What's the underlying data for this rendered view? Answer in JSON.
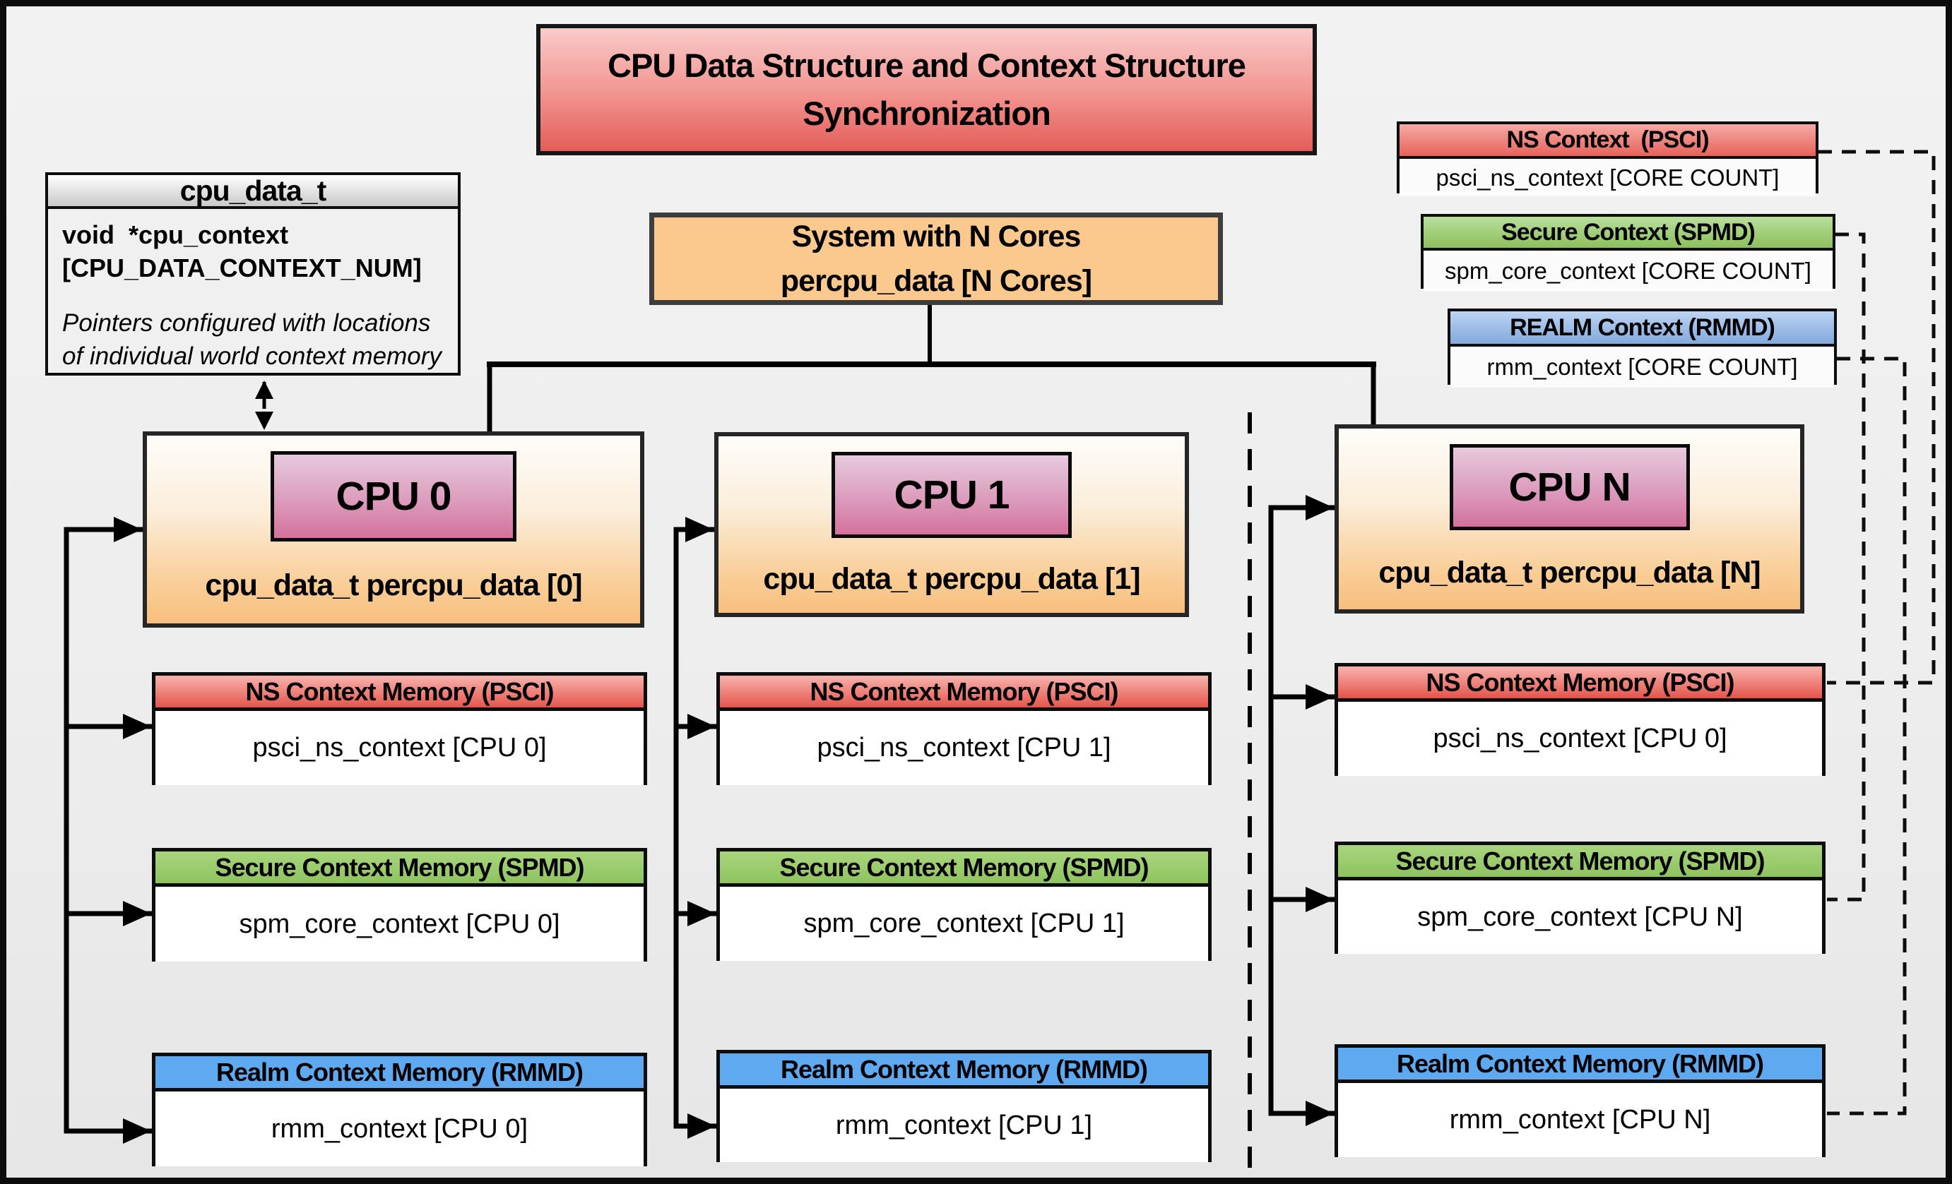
{
  "title": {
    "line1": "CPU Data Structure and Context Structure",
    "line2": "Synchronization"
  },
  "struct": {
    "header": "cpu_data_t",
    "field_line1": "void  *cpu_context",
    "field_line2": "[CPU_DATA_CONTEXT_NUM]",
    "note_line1": "Pointers configured with locations",
    "note_line2": "of individual world context memory"
  },
  "system_box": {
    "line1": "System with N Cores",
    "line2": "percpu_data [N Cores]"
  },
  "legend": [
    {
      "header": "NS Context  (PSCI)",
      "body": "psci_ns_context [CORE COUNT]",
      "color": "#e7625a"
    },
    {
      "header": "Secure Context (SPMD)",
      "body": "spm_core_context [CORE COUNT]",
      "color": "#8cc05d"
    },
    {
      "header": "REALM Context (RMMD)",
      "body": "rmm_context [CORE COUNT]",
      "color": "#82a9dd"
    }
  ],
  "columns": [
    {
      "cpu_label": "CPU 0",
      "cpu_caption": "cpu_data_t percpu_data [0]",
      "ns": {
        "header": "NS Context Memory (PSCI)",
        "body": "psci_ns_context [CPU 0]"
      },
      "secure": {
        "header": "Secure Context Memory (SPMD)",
        "body": "spm_core_context [CPU 0]"
      },
      "realm": {
        "header": "Realm Context Memory (RMMD)",
        "body": "rmm_context [CPU 0]"
      }
    },
    {
      "cpu_label": "CPU 1",
      "cpu_caption": "cpu_data_t percpu_data [1]",
      "ns": {
        "header": "NS Context Memory (PSCI)",
        "body": "psci_ns_context [CPU 1]"
      },
      "secure": {
        "header": "Secure Context Memory (SPMD)",
        "body": "spm_core_context [CPU 1]"
      },
      "realm": {
        "header": "Realm Context Memory (RMMD)",
        "body": "rmm_context [CPU 1]"
      }
    },
    {
      "cpu_label": "CPU N",
      "cpu_caption": "cpu_data_t percpu_data [N]",
      "ns": {
        "header": "NS Context Memory (PSCI)",
        "body": "psci_ns_context [CPU 0]"
      },
      "secure": {
        "header": "Secure Context Memory (SPMD)",
        "body": "spm_core_context [CPU N]"
      },
      "realm": {
        "header": "Realm Context Memory (RMMD)",
        "body": "rmm_context [CPU N]"
      }
    }
  ],
  "colors": {
    "title_top": "#f9cbc9",
    "title_bottom": "#e45d59",
    "system_fill": "#fbc98d",
    "cpu_box_bottom": "#f8bf7e",
    "cpu_label_top": "#e7cadc",
    "cpu_label_bottom": "#d4729c",
    "ns_header": "#e4554b",
    "secure_header": "#8ec45f",
    "realm_header": "#5fa9f0",
    "background": "#eeeeee",
    "line": "#000000"
  }
}
